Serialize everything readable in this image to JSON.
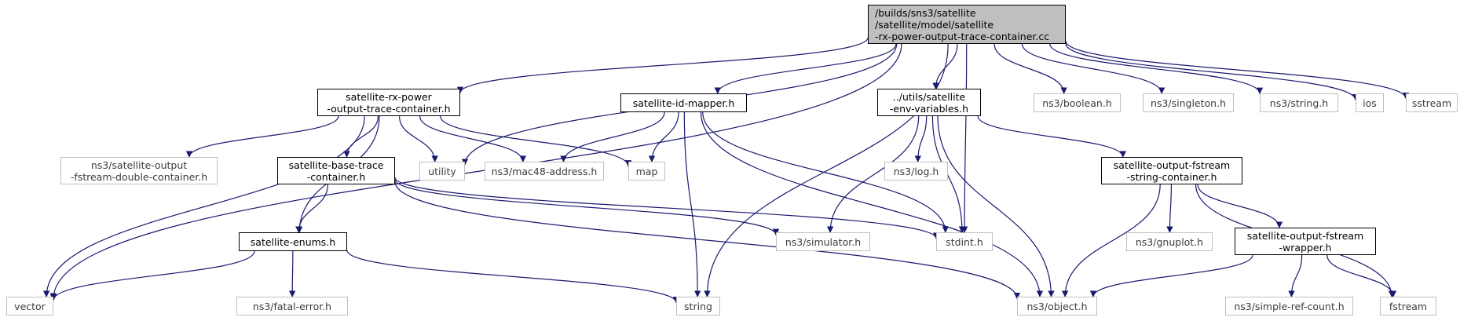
{
  "graph": {
    "root": {
      "lines": [
        "/builds/sns3/satellite",
        "/satellite/model/satellite",
        "-rx-power-output-trace-container.cc"
      ]
    },
    "nodes": {
      "rx_power_h": {
        "lines": [
          "satellite-rx-power",
          "-output-trace-container.h"
        ],
        "kind": "local"
      },
      "id_mapper_h": {
        "lines": [
          "satellite-id-mapper.h"
        ],
        "kind": "local"
      },
      "env_vars_h": {
        "lines": [
          "../utils/satellite",
          "-env-variables.h"
        ],
        "kind": "local"
      },
      "base_trace_h": {
        "lines": [
          "satellite-base-trace",
          "-container.h"
        ],
        "kind": "local"
      },
      "enums_h": {
        "lines": [
          "satellite-enums.h"
        ],
        "kind": "local"
      },
      "fstream_string_h": {
        "lines": [
          "satellite-output-fstream",
          "-string-container.h"
        ],
        "kind": "local"
      },
      "fstream_wrapper_h": {
        "lines": [
          "satellite-output-fstream",
          "-wrapper.h"
        ],
        "kind": "local"
      },
      "boolean_h": {
        "lines": [
          "ns3/boolean.h"
        ],
        "kind": "ext"
      },
      "singleton_h": {
        "lines": [
          "ns3/singleton.h"
        ],
        "kind": "ext"
      },
      "string_h": {
        "lines": [
          "ns3/string.h"
        ],
        "kind": "ext"
      },
      "ios": {
        "lines": [
          "ios"
        ],
        "kind": "ext"
      },
      "sstream": {
        "lines": [
          "sstream"
        ],
        "kind": "ext"
      },
      "double_container_h": {
        "lines": [
          "ns3/satellite-output",
          "-fstream-double-container.h"
        ],
        "kind": "ext"
      },
      "utility": {
        "lines": [
          "utility"
        ],
        "kind": "ext"
      },
      "mac48_h": {
        "lines": [
          "ns3/mac48-address.h"
        ],
        "kind": "ext"
      },
      "map": {
        "lines": [
          "map"
        ],
        "kind": "ext"
      },
      "log_h": {
        "lines": [
          "ns3/log.h"
        ],
        "kind": "ext"
      },
      "simulator_h": {
        "lines": [
          "ns3/simulator.h"
        ],
        "kind": "ext"
      },
      "stdint_h": {
        "lines": [
          "stdint.h"
        ],
        "kind": "ext"
      },
      "gnuplot_h": {
        "lines": [
          "ns3/gnuplot.h"
        ],
        "kind": "ext"
      },
      "vector": {
        "lines": [
          "vector"
        ],
        "kind": "ext"
      },
      "fatal_error_h": {
        "lines": [
          "ns3/fatal-error.h"
        ],
        "kind": "ext"
      },
      "string": {
        "lines": [
          "string"
        ],
        "kind": "ext"
      },
      "object_h": {
        "lines": [
          "ns3/object.h"
        ],
        "kind": "ext"
      },
      "simple_ref_count_h": {
        "lines": [
          "ns3/simple-ref-count.h"
        ],
        "kind": "ext"
      },
      "fstream": {
        "lines": [
          "fstream"
        ],
        "kind": "ext"
      }
    },
    "edges": [
      [
        "root",
        "rx_power_h"
      ],
      [
        "root",
        "id_mapper_h"
      ],
      [
        "root",
        "env_vars_h"
      ],
      [
        "root",
        "boolean_h"
      ],
      [
        "root",
        "singleton_h"
      ],
      [
        "root",
        "string_h"
      ],
      [
        "root",
        "ios"
      ],
      [
        "root",
        "sstream"
      ],
      [
        "root",
        "vector"
      ],
      [
        "root",
        "utility"
      ],
      [
        "root",
        "string"
      ],
      [
        "root",
        "stdint_h"
      ],
      [
        "rx_power_h",
        "double_container_h"
      ],
      [
        "rx_power_h",
        "base_trace_h"
      ],
      [
        "rx_power_h",
        "utility"
      ],
      [
        "rx_power_h",
        "mac48_h"
      ],
      [
        "rx_power_h",
        "map"
      ],
      [
        "rx_power_h",
        "enums_h"
      ],
      [
        "rx_power_h",
        "vector"
      ],
      [
        "id_mapper_h",
        "mac48_h"
      ],
      [
        "id_mapper_h",
        "map"
      ],
      [
        "id_mapper_h",
        "string"
      ],
      [
        "id_mapper_h",
        "stdint_h"
      ],
      [
        "id_mapper_h",
        "object_h"
      ],
      [
        "env_vars_h",
        "log_h"
      ],
      [
        "env_vars_h",
        "stdint_h"
      ],
      [
        "env_vars_h",
        "simulator_h"
      ],
      [
        "env_vars_h",
        "object_h"
      ],
      [
        "env_vars_h",
        "fstream_string_h"
      ],
      [
        "base_trace_h",
        "enums_h"
      ],
      [
        "base_trace_h",
        "simulator_h"
      ],
      [
        "base_trace_h",
        "stdint_h"
      ],
      [
        "base_trace_h",
        "object_h"
      ],
      [
        "enums_h",
        "vector"
      ],
      [
        "enums_h",
        "fatal_error_h"
      ],
      [
        "enums_h",
        "string"
      ],
      [
        "fstream_string_h",
        "gnuplot_h"
      ],
      [
        "fstream_string_h",
        "fstream_wrapper_h"
      ],
      [
        "fstream_string_h",
        "object_h"
      ],
      [
        "fstream_string_h",
        "fstream"
      ],
      [
        "fstream_wrapper_h",
        "simple_ref_count_h"
      ],
      [
        "fstream_wrapper_h",
        "fstream"
      ],
      [
        "fstream_wrapper_h",
        "object_h"
      ]
    ],
    "colors": {
      "edge": "#191970",
      "local_border": "#000000",
      "ext_border": "#bfbfbf",
      "root_fill": "#bfbfbf",
      "ext_text": "#3c3c3c"
    }
  }
}
